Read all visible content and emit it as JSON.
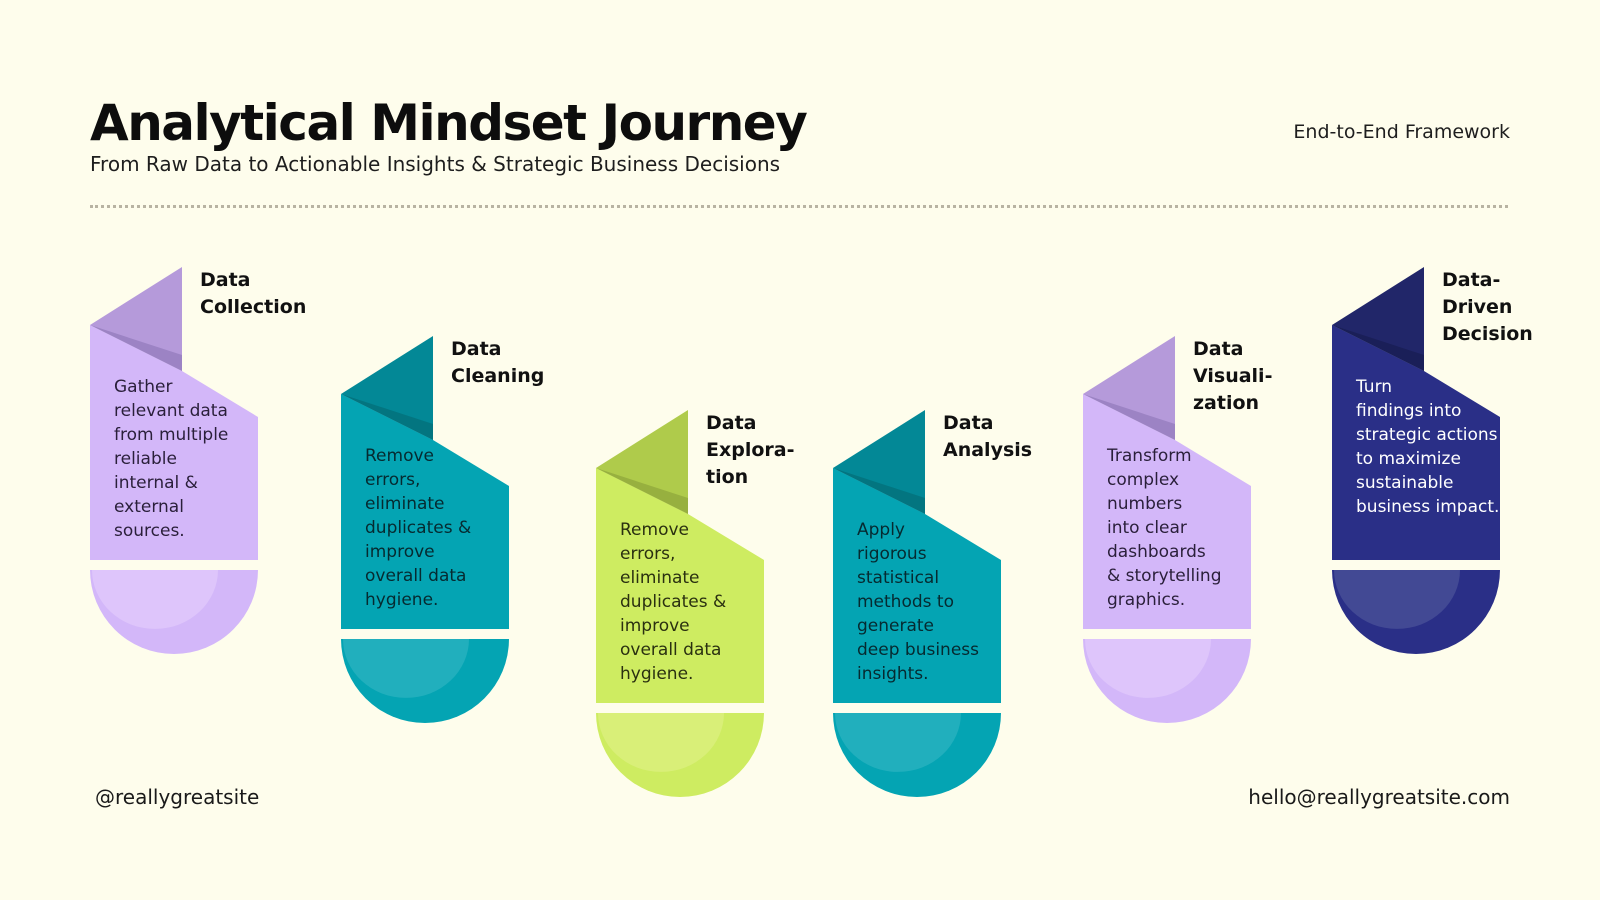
{
  "header": {
    "title": "Analytical Mindset Journey",
    "subtitle": "From Raw Data to Actionable Insights & Strategic Business Decisions",
    "framework_label": "End-to-End Framework"
  },
  "steps": [
    {
      "title_lines": [
        "Data",
        "Collection"
      ],
      "desc_lines": [
        "Gather",
        "relevant data",
        "from multiple",
        "reliable",
        "internal &",
        "external",
        "sources."
      ],
      "colors": {
        "body": "#D3B7F9",
        "fold": "#B59ADA",
        "shade": "#9C83C4",
        "base": "#D3B7F9",
        "highlight": "#DFC8FB",
        "text": "#2a1f3a"
      }
    },
    {
      "title_lines": [
        "Data",
        "Cleaning"
      ],
      "desc_lines": [
        "Remove",
        "errors,",
        "eliminate",
        "duplicates &",
        "improve",
        "overall data",
        "hygiene."
      ],
      "colors": {
        "body": "#04A4B3",
        "fold": "#038896",
        "shade": "#037580",
        "base": "#04A4B3",
        "highlight": "#27B2BE",
        "text": "#062a30"
      }
    },
    {
      "title_lines": [
        "Data",
        "Explora-",
        "tion"
      ],
      "desc_lines": [
        "Remove",
        "errors,",
        "eliminate",
        "duplicates &",
        "improve",
        "overall data",
        "hygiene."
      ],
      "colors": {
        "body": "#CEEC61",
        "fold": "#AFCB4B",
        "shade": "#97B03F",
        "base": "#CEEC61",
        "highlight": "#DAF07C",
        "text": "#2a3010"
      }
    },
    {
      "title_lines": [
        "Data",
        "Analysis"
      ],
      "desc_lines": [
        "Apply",
        "rigorous",
        "statistical",
        "methods to",
        "generate",
        "deep business",
        "insights."
      ],
      "colors": {
        "body": "#04A4B3",
        "fold": "#038896",
        "shade": "#037580",
        "base": "#04A4B3",
        "highlight": "#27B2BE",
        "text": "#062a30"
      }
    },
    {
      "title_lines": [
        "Data",
        "Visuali-",
        "zation"
      ],
      "desc_lines": [
        "Transform",
        "complex",
        "numbers",
        "into clear",
        "dashboards",
        "& storytelling",
        "graphics."
      ],
      "colors": {
        "body": "#D3B7F9",
        "fold": "#B59ADA",
        "shade": "#9C83C4",
        "base": "#D3B7F9",
        "highlight": "#DFC8FB",
        "text": "#2a1f3a"
      }
    },
    {
      "title_lines": [
        "Data-",
        "Driven",
        "Decision"
      ],
      "desc_lines": [
        "Turn",
        "findings into",
        "strategic actions",
        "to maximize",
        "sustainable",
        "business impact."
      ],
      "colors": {
        "body": "#2A2F87",
        "fold": "#212669",
        "shade": "#1a1f58",
        "base": "#2A2F87",
        "highlight": "#464D96",
        "text": "#ffffff"
      }
    }
  ],
  "footer": {
    "handle": "@reallygreatsite",
    "email": "hello@reallygreatsite.com"
  }
}
